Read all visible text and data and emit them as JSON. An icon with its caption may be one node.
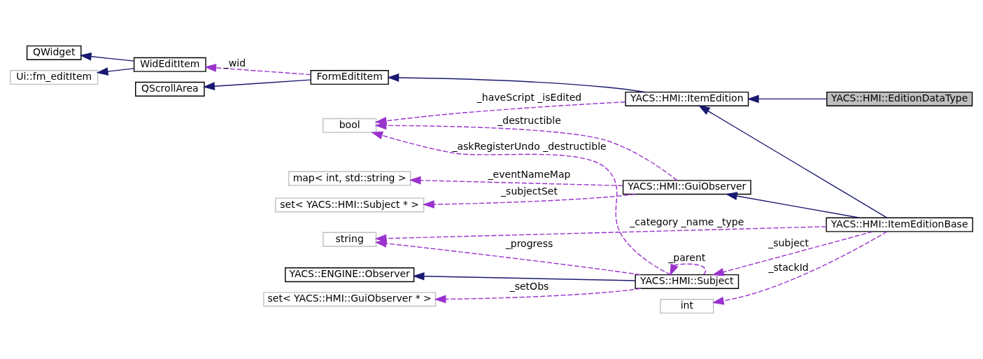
{
  "diagram": {
    "nodes": [
      {
        "text": [
          "QWidget"
        ]
      },
      {
        "text": [
          "QScrollArea"
        ]
      },
      {
        "text": [
          "Ui::fm_editItem"
        ]
      },
      {
        "text": [
          "WidEditItem"
        ]
      },
      {
        "text": [
          "FormEditItem"
        ]
      },
      {
        "text": [
          "map< int, std::string >"
        ]
      },
      {
        "text": [
          "set< YACS::HMI::Subject * >"
        ]
      },
      {
        "text": [
          "YACS::HMI::GuiObserver"
        ]
      },
      {
        "text": [
          "bool"
        ]
      },
      {
        "text": [
          "YACS::HMI::ItemEdition"
        ]
      },
      {
        "text": [
          "YACS::HMI::EditionDataType"
        ]
      },
      {
        "text": [
          "string"
        ]
      },
      {
        "text": [
          "YACS::HMI::ItemEditionBase"
        ]
      },
      {
        "text": [
          "YACS::ENGINE::Observer"
        ]
      },
      {
        "text": [
          "YACS::HMI::Subject"
        ]
      },
      {
        "text": [
          "set< YACS::HMI::GuiObserver * >"
        ]
      },
      {
        "text": [
          "int"
        ]
      }
    ],
    "edges": [
      {
        "from": 3,
        "to": 0,
        "arrow": "to",
        "color": "#191970"
      },
      {
        "from": 4,
        "to": 1,
        "arrow": "to",
        "color": "#191970"
      },
      {
        "from": 3,
        "to": 2,
        "arrow": "to",
        "color": "#191970"
      },
      {
        "from": 4,
        "to": 3,
        "arrow": "to",
        "style": "dashed",
        "label": "_wid"
      },
      {
        "from": 7,
        "to": 5,
        "arrow": "to",
        "style": "dashed",
        "label": "_eventNameMap"
      },
      {
        "from": 7,
        "to": 6,
        "arrow": "to",
        "style": "dashed",
        "label": "_subjectSet"
      },
      {
        "from": 12,
        "to": 7,
        "arrow": "to",
        "color": "#191970"
      },
      {
        "from": 7,
        "to": 8,
        "arrow": "to",
        "style": "dashed",
        "label": "_destructible"
      },
      {
        "from": 9,
        "to": 8,
        "arrow": "to",
        "style": "dashed",
        "label": "_haveScript _isEdited"
      },
      {
        "from": 14,
        "to": 8,
        "arrow": "to",
        "style": "dashed",
        "label": "_askRegisterUndo _destructible"
      },
      {
        "from": 9,
        "to": 4,
        "arrow": "to",
        "color": "#191970"
      },
      {
        "from": 10,
        "to": 9,
        "arrow": "to",
        "color": "#191970"
      },
      {
        "from": 12,
        "to": 9,
        "arrow": "to",
        "color": "#191970"
      },
      {
        "from": 12,
        "to": 11,
        "arrow": "to",
        "style": "dashed",
        "label": "_category _name _type"
      },
      {
        "from": 14,
        "to": 11,
        "arrow": "to",
        "style": "dashed",
        "label": "_progress"
      },
      {
        "from": 12,
        "to": 14,
        "arrow": "to",
        "style": "dashed",
        "label": "_subject"
      },
      {
        "from": 14,
        "to": 14,
        "arrow": "to",
        "style": "dashed",
        "label": "_parent"
      },
      {
        "from": 12,
        "to": 16,
        "arrow": "to",
        "style": "dashed",
        "label": "_stackId"
      },
      {
        "from": 14,
        "to": 13,
        "arrow": "to",
        "color": "#191970"
      },
      {
        "from": 14,
        "to": 15,
        "arrow": "to",
        "style": "dashed",
        "label": "_setObs"
      }
    ]
  }
}
